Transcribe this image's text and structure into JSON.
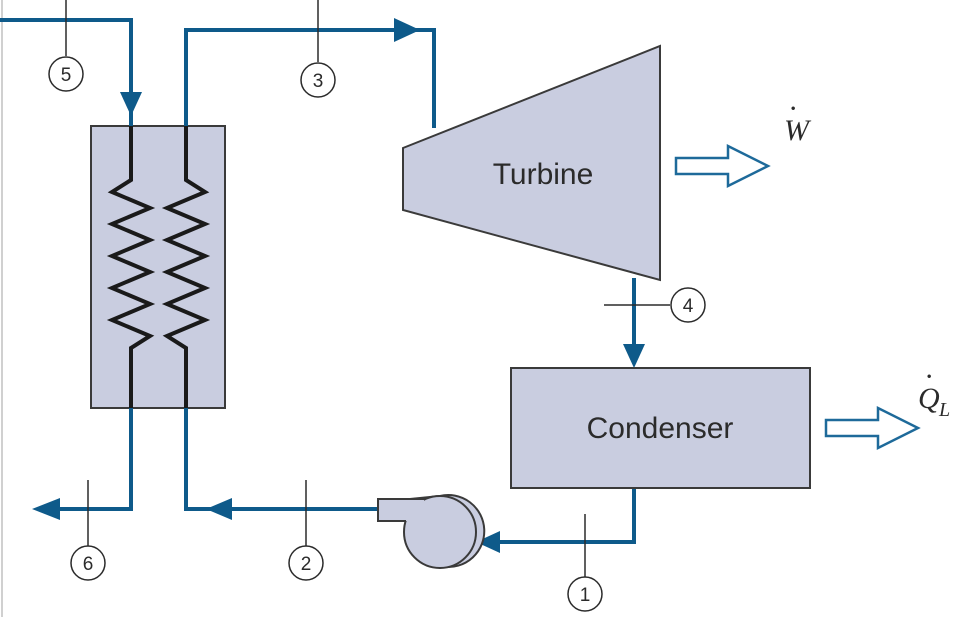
{
  "colors": {
    "pipe": "#0e5a8a",
    "component_fill": "#c9cde0",
    "component_stroke": "#3a3a3a",
    "output_arrow": "#1e6a9a",
    "text": "#2b2b2b"
  },
  "components": {
    "turbine": "Turbine",
    "condenser": "Condenser"
  },
  "outputs": {
    "work": {
      "symbol": "W",
      "dot": "·",
      "subscript": ""
    },
    "heat": {
      "symbol": "Q",
      "dot": "·",
      "subscript": "L"
    }
  },
  "states": {
    "s1": "1",
    "s2": "2",
    "s3": "3",
    "s4": "4",
    "s5": "5",
    "s6": "6"
  }
}
